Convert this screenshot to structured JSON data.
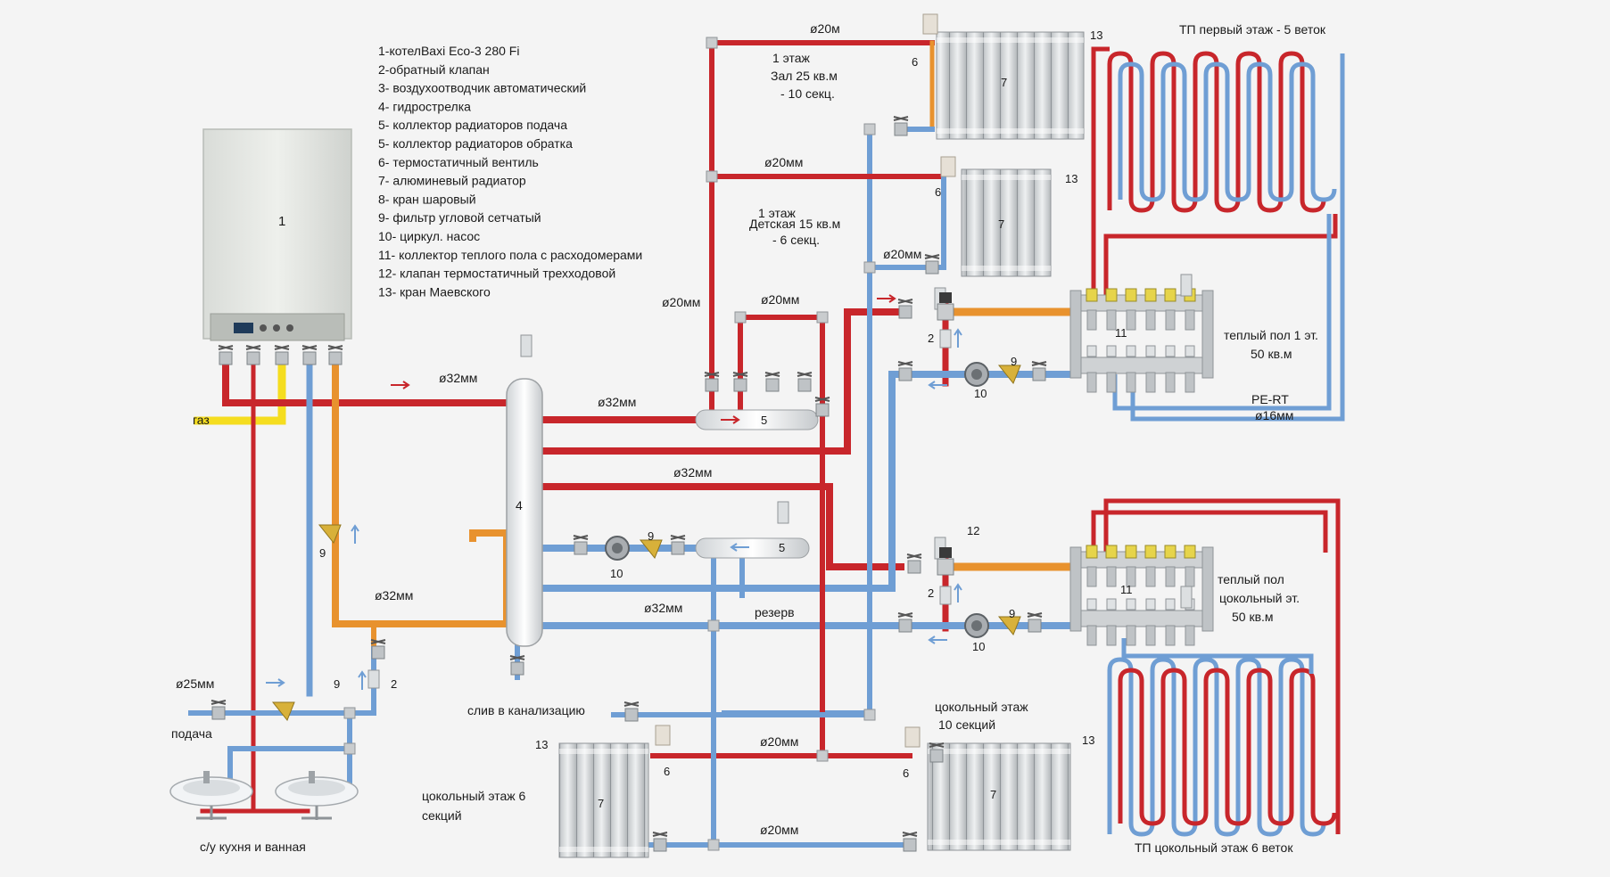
{
  "colors": {
    "supply": "#c8262b",
    "return": "#6f9ed4",
    "mixed": "#e8922e",
    "gas": "#f5dd1f",
    "metal": "#c9ccce",
    "background": "#f4f4f4"
  },
  "legend": [
    "1-котелBaxi Eco-3 280 Fi",
    "2-обратный клапан",
    "3- воздухоотводчик автоматический",
    "4- гидрострелка",
    "5- коллектор радиаторов подача",
    "5- коллектор радиаторов обратка",
    "6- термостатичный вентиль",
    "7- алюминевый радиатор",
    "8- кран шаровый",
    "9- фильтр угловой сетчатый",
    "10- циркул. насос",
    "11- коллектор теплого пола с расходомерами",
    "12- клапан термостатичный  трехходовой",
    "13- кран Маевского"
  ],
  "labels": {
    "boiler_num": "1",
    "gas": "газ",
    "supply": "подача",
    "sinks": "с/у кухня и  ванная",
    "drain": "слив в канализацию",
    "reserve": "резерв",
    "d32": "ø32мм",
    "d20": "ø20мм",
    "d20m": "ø20м",
    "d25": "ø25мм",
    "d16": "ø16мм",
    "pe_rt": "PE-RT",
    "hydro_num": "4",
    "coll_num": "5",
    "filter_num": "9",
    "check_num": "2",
    "pump_num": "10",
    "ufh_coll_num": "11",
    "valve3_num": "12",
    "tv_num": "6",
    "rad_num": "7",
    "mayevsky_num": "13",
    "floor1_hall_1": "1 этаж",
    "floor1_hall_2": "Зал 25 кв.м",
    "floor1_hall_3": "- 10 секц.",
    "floor1_kids_1": "1 этаж",
    "floor1_kids_2": "Детская 15 кв.м",
    "floor1_kids_3": "- 6 секц.",
    "base_right_1": "цокольный этаж",
    "base_right_2": "10 секций",
    "base_left_1": "цокольный этаж 6",
    "base_left_2": "секций",
    "tp1_title": "ТП первый этаж - 5 веток",
    "tp1_label_1": "теплый пол 1 эт.",
    "tp1_label_2": "50 кв.м",
    "tpb_label_1": "теплый пол",
    "tpb_label_2": "цокольный эт.",
    "tpb_label_3": "50 кв.м",
    "tpb_title": "ТП цокольный этаж 6 веток"
  }
}
